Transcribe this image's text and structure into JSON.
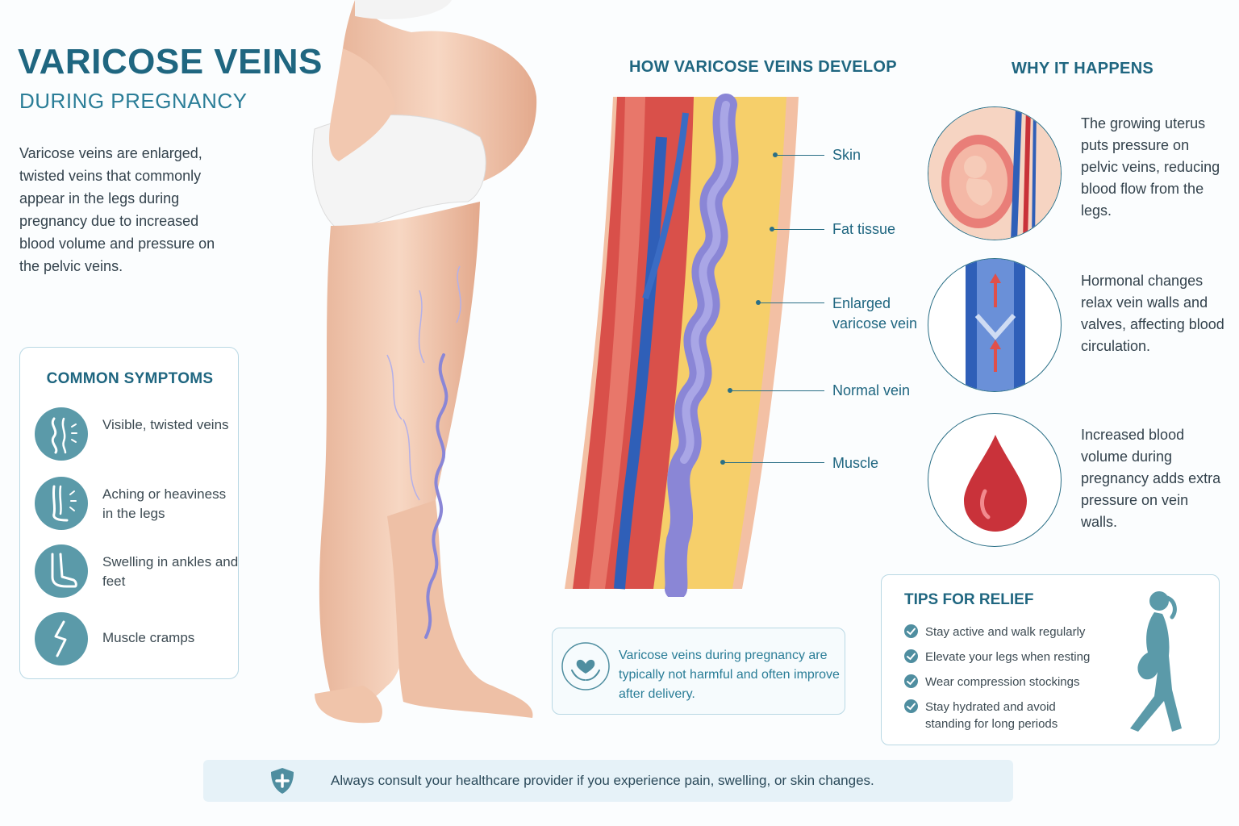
{
  "header": {
    "title": "VARICOSE VEINS",
    "subtitle": "DURING PREGNANCY",
    "intro": "Varicose veins are enlarged, twisted veins that commonly appear in the legs during pregnancy due to increased blood volume and pressure on the pelvic veins."
  },
  "symptoms": {
    "title": "COMMON SYMPTOMS",
    "items": [
      {
        "label": "Visible, twisted veins",
        "icon": "twisted-veins-icon"
      },
      {
        "label": "Aching or heaviness in the legs",
        "icon": "aching-leg-icon"
      },
      {
        "label": "Swelling in ankles and feet",
        "icon": "swollen-foot-icon"
      },
      {
        "label": "Muscle cramps",
        "icon": "cramp-lightning-icon"
      }
    ]
  },
  "diagram": {
    "title": "HOW VARICOSE VEINS DEVELOP",
    "labels": [
      "Skin",
      "Fat tissue",
      "Enlarged varicose vein",
      "Normal vein",
      "Muscle"
    ]
  },
  "note": {
    "text": "Varicose veins during pregnancy are typically not harmful and often improve after delivery.",
    "icon": "heart-hands-icon"
  },
  "why": {
    "title": "WHY IT HAPPENS",
    "items": [
      {
        "text": "The growing uterus puts pressure on pelvic veins, reducing blood flow from the legs.",
        "icon": "uterus-pressure-icon"
      },
      {
        "text": "Hormonal changes relax vein walls and valves, affecting blood circulation.",
        "icon": "vein-valve-icon"
      },
      {
        "text": "Increased blood volume during pregnancy adds extra pressure on vein walls.",
        "icon": "blood-drop-icon"
      }
    ]
  },
  "tips": {
    "title": "TIPS FOR RELIEF",
    "items": [
      "Stay active and walk regularly",
      "Elevate your legs when resting",
      "Wear compression stockings",
      "Stay hydrated and avoid standing for long periods"
    ]
  },
  "footer": {
    "text": "Always consult your healthcare provider if you experience pain, swelling, or skin changes.",
    "icon": "shield-plus-icon"
  },
  "colors": {
    "primary": "#1f6680",
    "accent": "#5b9aa9",
    "vein_purple": "#8a86d6",
    "vein_blue": "#2f5fb8",
    "blood_red": "#c9323a"
  }
}
